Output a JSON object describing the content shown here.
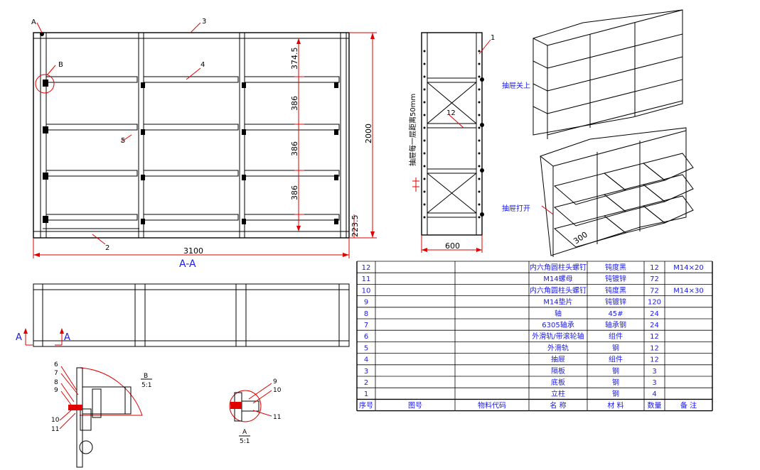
{
  "front_view": {
    "balloons": {
      "a": "A",
      "b": "B",
      "n3": "3",
      "n4": "4",
      "n5": "5",
      "n2": "2"
    },
    "dims": {
      "d1": "374.5",
      "d2": "386",
      "d3": "386",
      "d4": "386",
      "d5": "223.5",
      "height": "2000",
      "width": "3100"
    },
    "section_label": "A-A"
  },
  "side_view": {
    "balloons": {
      "n1": "1",
      "n12": "12"
    },
    "note": "抽屉每一层距离50mm",
    "width": "600"
  },
  "iso_views": {
    "closed_label": "抽屉关上",
    "open_label": "抽屉打开",
    "drawer_dim": "300"
  },
  "plan_view": {
    "arrow_left": "A",
    "arrow_right": "A"
  },
  "detail_b": {
    "labels": [
      "6",
      "7",
      "8",
      "9",
      "10",
      "11"
    ],
    "title": "B",
    "scale": "5:1"
  },
  "detail_a": {
    "labels": [
      "9",
      "10",
      "11"
    ],
    "title": "A",
    "scale": "5:1"
  },
  "bom": {
    "headers": {
      "seq": "序号",
      "drawing_no": "图号",
      "material_code": "物料代码",
      "name": "名  称",
      "material": "材  料",
      "qty": "数量",
      "remark": "备  注"
    },
    "rows": [
      {
        "seq": "12",
        "name": "内六角圆柱头螺钉",
        "material": "钝度黑",
        "qty": "12",
        "remark": "M14×20"
      },
      {
        "seq": "11",
        "name": "M14螺母",
        "material": "钝镀锌",
        "qty": "72",
        "remark": ""
      },
      {
        "seq": "10",
        "name": "内六角圆柱头螺钉",
        "material": "钝度黑",
        "qty": "72",
        "remark": "M14×30"
      },
      {
        "seq": "9",
        "name": "M14垫片",
        "material": "钝镀锌",
        "qty": "120",
        "remark": ""
      },
      {
        "seq": "8",
        "name": "轴",
        "material": "45#",
        "qty": "24",
        "remark": ""
      },
      {
        "seq": "7",
        "name": "6305轴承",
        "material": "轴承钢",
        "qty": "24",
        "remark": ""
      },
      {
        "seq": "6",
        "name": "外滑轨/带滚轮轴",
        "material": "组件",
        "qty": "12",
        "remark": ""
      },
      {
        "seq": "5",
        "name": "外滑轨",
        "material": "钢",
        "qty": "12",
        "remark": ""
      },
      {
        "seq": "4",
        "name": "抽屉",
        "material": "组件",
        "qty": "12",
        "remark": ""
      },
      {
        "seq": "3",
        "name": "隔板",
        "material": "钢",
        "qty": "3",
        "remark": ""
      },
      {
        "seq": "2",
        "name": "底板",
        "material": "钢",
        "qty": "3",
        "remark": ""
      },
      {
        "seq": "1",
        "name": "立柱",
        "material": "钢",
        "qty": "4",
        "remark": ""
      }
    ]
  }
}
